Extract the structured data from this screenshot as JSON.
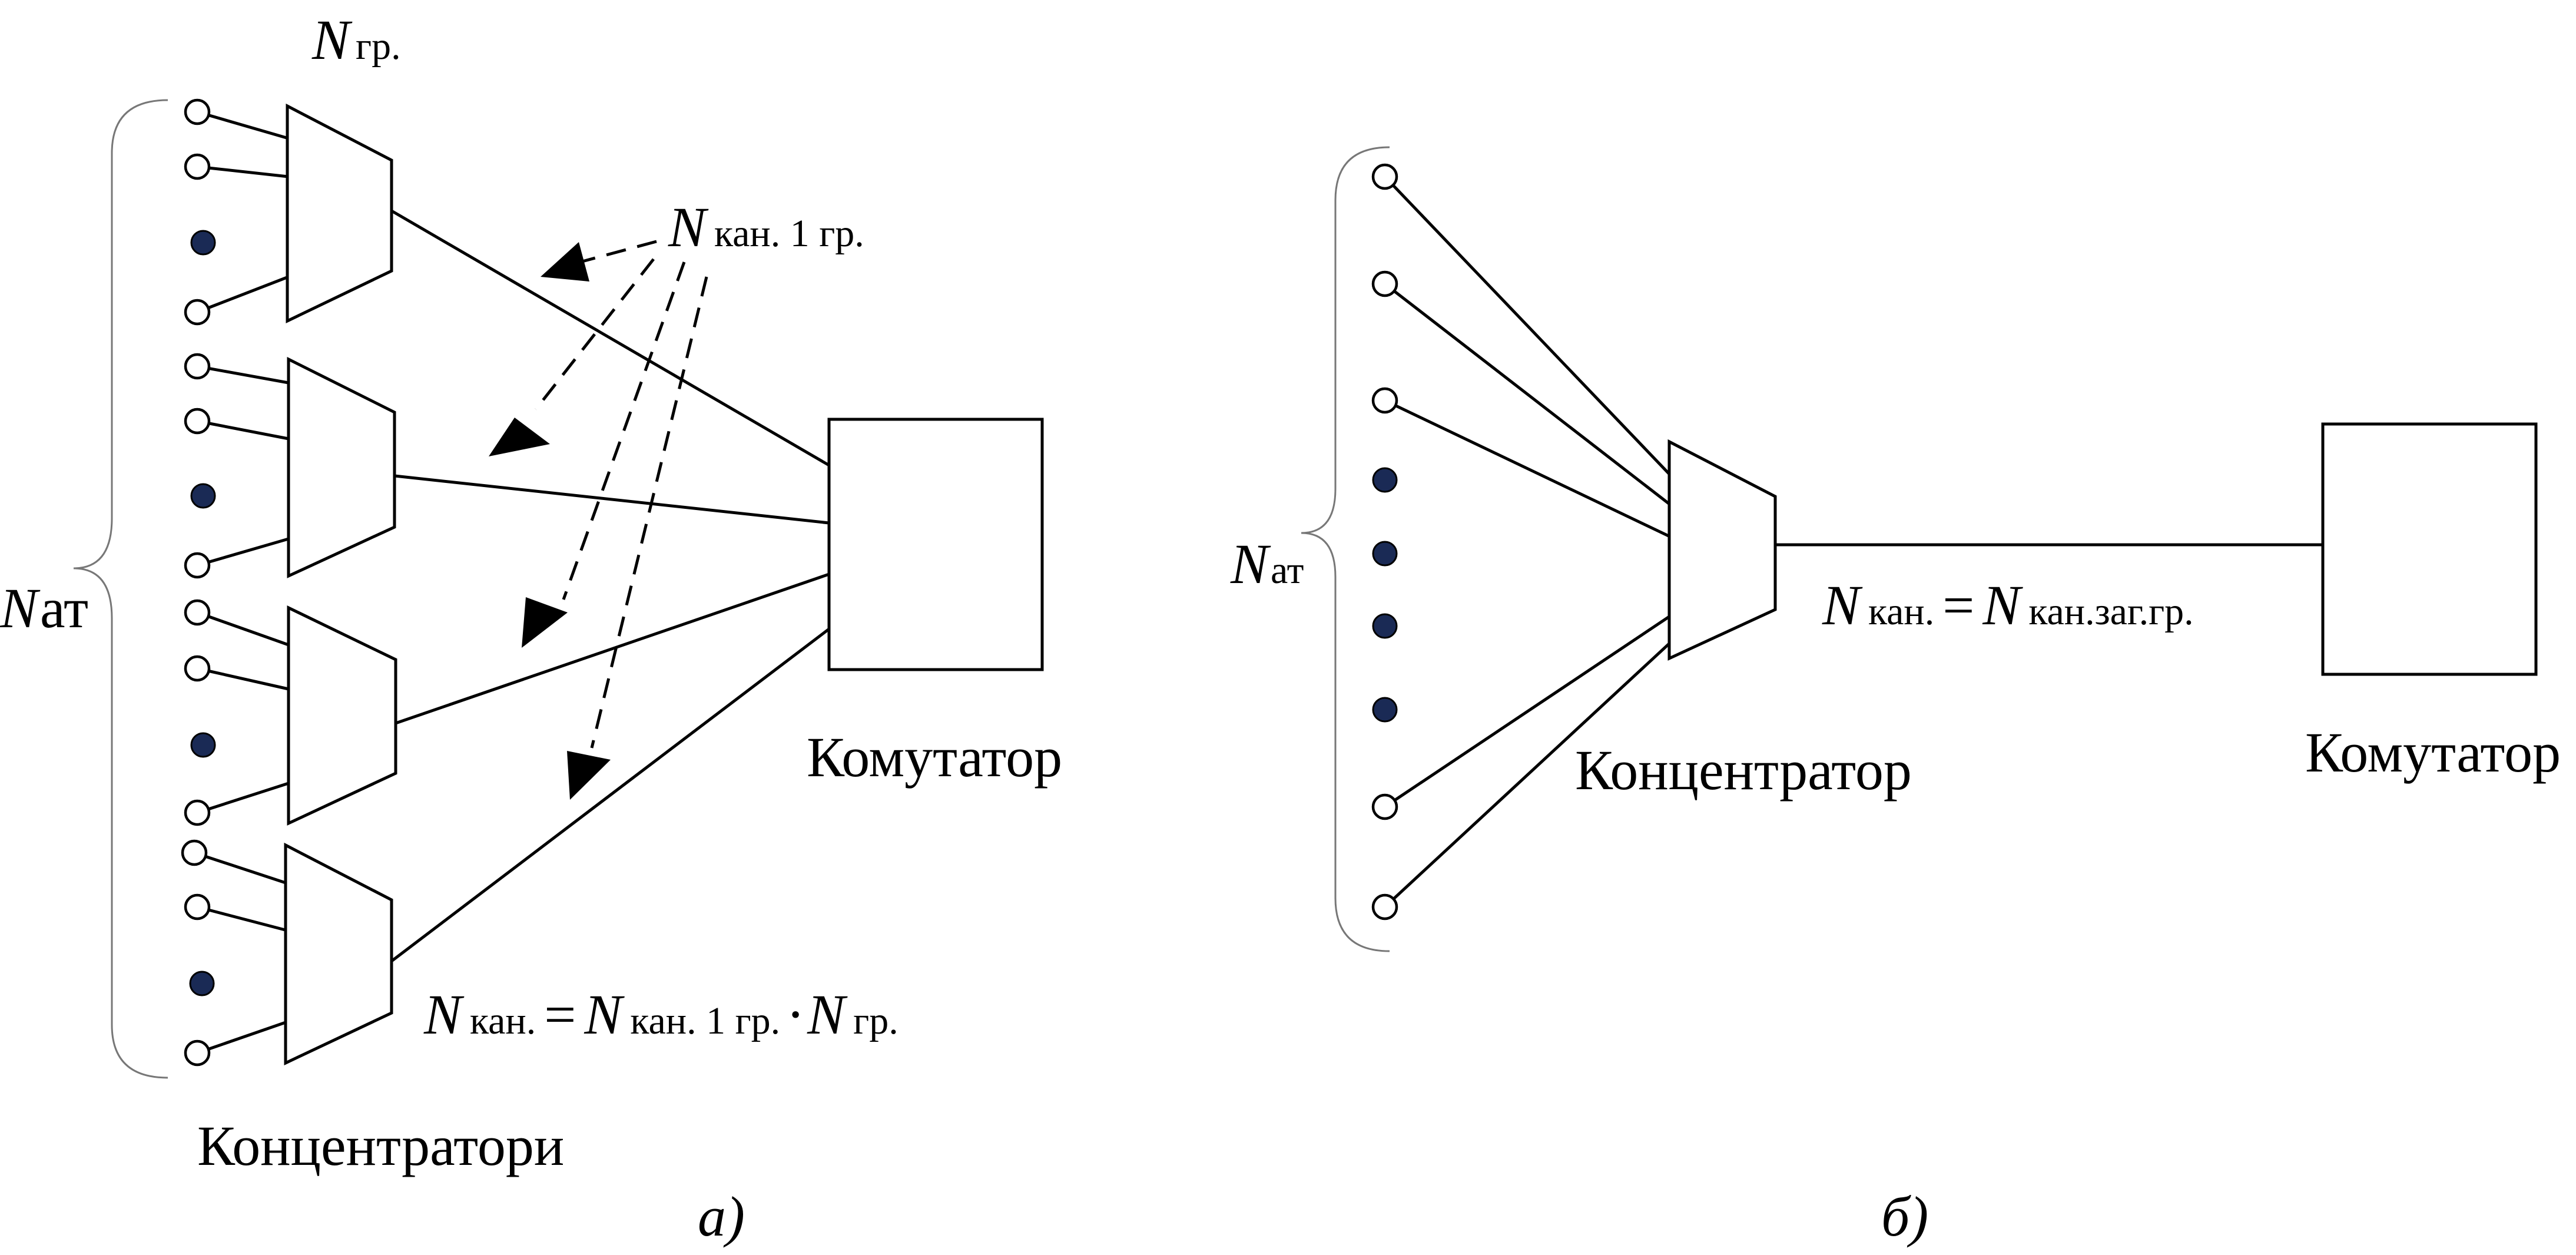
{
  "panel_a": {
    "n_groups_var": "N",
    "n_groups_sub": "гр.",
    "n_subscribers_var": "N",
    "n_subscribers_sub": "ат",
    "channels_per_group_var": "N",
    "channels_per_group_sub": "кан. 1 гр.",
    "switch_label": "Комутатор",
    "formula": {
      "lhs_var": "N",
      "lhs_sub": "кан.",
      "eq": "=",
      "rhs1_var": "N",
      "rhs1_sub": "кан. 1 гр.",
      "dot": "·",
      "rhs2_var": "N",
      "rhs2_sub": "гр."
    },
    "concentrators_label": "Концентратори",
    "caption": "а)"
  },
  "panel_b": {
    "n_subscribers_var": "N",
    "n_subscribers_sub": "ат",
    "formula": {
      "lhs_var": "N",
      "lhs_sub": "кан.",
      "eq": "=",
      "rhs_var": "N",
      "rhs_sub": "кан.заг.гр."
    },
    "concentrator_label": "Концентратор",
    "switch_label": "Комутатор",
    "caption": "б)"
  }
}
